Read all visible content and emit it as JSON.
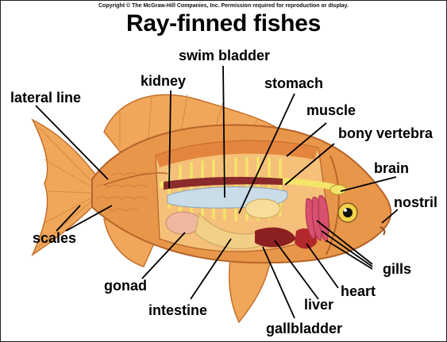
{
  "copyright": "Copyright © The McGraw-Hill Companies, Inc. Permission required for reproduction or display.",
  "title": "Ray-finned fishes",
  "labels": {
    "swim_bladder": "swim bladder",
    "kidney": "kidney",
    "stomach": "stomach",
    "lateral_line": "lateral line",
    "muscle": "muscle",
    "bony_vertebra": "bony vertebra",
    "brain": "brain",
    "nostril": "nostril",
    "scales": "scales",
    "gills": "gills",
    "gonad": "gonad",
    "heart": "heart",
    "intestine": "intestine",
    "liver": "liver",
    "gallbladder": "gallbladder"
  },
  "colors": {
    "body": "#e8964a",
    "fin": "#f0a75a",
    "swim_bladder": "#c9dce8",
    "gill": "#d9506e",
    "organ_red": "#b3282a",
    "intestine": "#f2cf86",
    "vertebra": "#f4e46a"
  }
}
